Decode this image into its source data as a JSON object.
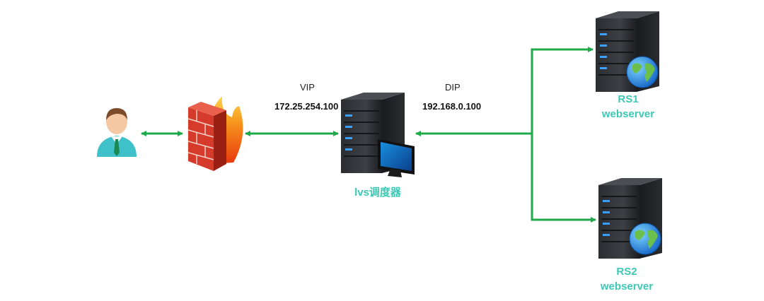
{
  "labels": {
    "vip": "VIP",
    "vip_address": "172.25.254.100",
    "dip": "DIP",
    "dip_address": "192.168.0.100",
    "lvs": "lvs调度器",
    "rs1_name": "RS1",
    "rs1_role": "webserver",
    "rs2_name": "RS2",
    "rs2_role": "webserver"
  },
  "icons": {
    "client": "user-icon",
    "firewall": "firewall-icon",
    "director": "server-with-monitor-icon",
    "rs1": "server-with-globe-icon",
    "rs2": "server-with-globe-icon"
  },
  "colors": {
    "connector": "#1faa4a",
    "node_label": "#3cc8b4"
  }
}
